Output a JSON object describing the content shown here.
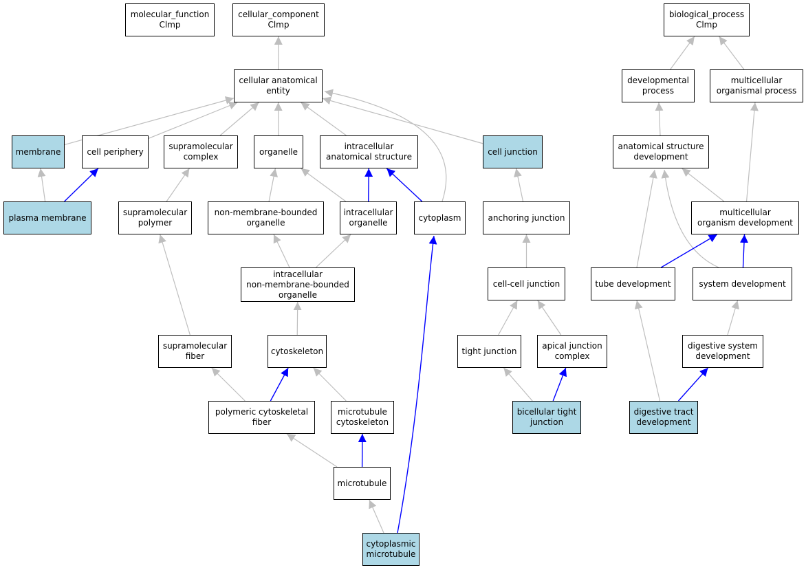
{
  "colors": {
    "highlight_fill": "#add8e6",
    "default_fill": "#ffffff",
    "border": "#000000",
    "edge_default": "#bebebe",
    "edge_highlight": "#0000ff"
  },
  "nodes": [
    {
      "id": "molecular_function",
      "label": "molecular_function\nClmp",
      "highlight": false
    },
    {
      "id": "cellular_component",
      "label": "cellular_component\nClmp",
      "highlight": false
    },
    {
      "id": "biological_process",
      "label": "biological_process\nClmp",
      "highlight": false
    },
    {
      "id": "cellular_anatomical_entity",
      "label": "cellular anatomical\nentity",
      "highlight": false
    },
    {
      "id": "developmental_process",
      "label": "developmental\nprocess",
      "highlight": false
    },
    {
      "id": "multicellular_organismal_process",
      "label": "multicellular\norganismal process",
      "highlight": false
    },
    {
      "id": "membrane",
      "label": "membrane",
      "highlight": true
    },
    {
      "id": "cell_periphery",
      "label": "cell periphery",
      "highlight": false
    },
    {
      "id": "supramolecular_complex",
      "label": "supramolecular\ncomplex",
      "highlight": false
    },
    {
      "id": "organelle",
      "label": "organelle",
      "highlight": false
    },
    {
      "id": "intracellular_anatomical_structure",
      "label": "intracellular\nanatomical structure",
      "highlight": false
    },
    {
      "id": "cell_junction",
      "label": "cell junction",
      "highlight": true
    },
    {
      "id": "anatomical_structure_development",
      "label": "anatomical structure\ndevelopment",
      "highlight": false
    },
    {
      "id": "plasma_membrane",
      "label": "plasma membrane",
      "highlight": true
    },
    {
      "id": "supramolecular_polymer",
      "label": "supramolecular\npolymer",
      "highlight": false
    },
    {
      "id": "non_membrane_bounded_organelle",
      "label": "non-membrane-bounded\norganelle",
      "highlight": false
    },
    {
      "id": "intracellular_organelle",
      "label": "intracellular\norganelle",
      "highlight": false
    },
    {
      "id": "cytoplasm",
      "label": "cytoplasm",
      "highlight": false
    },
    {
      "id": "anchoring_junction",
      "label": "anchoring junction",
      "highlight": false
    },
    {
      "id": "multicellular_organism_development",
      "label": "multicellular\norganism development",
      "highlight": false
    },
    {
      "id": "intracellular_nmb_organelle",
      "label": "intracellular\nnon-membrane-bounded\norganelle",
      "highlight": false
    },
    {
      "id": "cell_cell_junction",
      "label": "cell-cell junction",
      "highlight": false
    },
    {
      "id": "tube_development",
      "label": "tube development",
      "highlight": false
    },
    {
      "id": "system_development",
      "label": "system development",
      "highlight": false
    },
    {
      "id": "supramolecular_fiber",
      "label": "supramolecular\nfiber",
      "highlight": false
    },
    {
      "id": "cytoskeleton",
      "label": "cytoskeleton",
      "highlight": false
    },
    {
      "id": "tight_junction",
      "label": "tight junction",
      "highlight": false
    },
    {
      "id": "apical_junction_complex",
      "label": "apical junction\ncomplex",
      "highlight": false
    },
    {
      "id": "digestive_system_development",
      "label": "digestive system\ndevelopment",
      "highlight": false
    },
    {
      "id": "polymeric_cytoskeletal_fiber",
      "label": "polymeric cytoskeletal\nfiber",
      "highlight": false
    },
    {
      "id": "microtubule_cytoskeleton",
      "label": "microtubule\ncytoskeleton",
      "highlight": false
    },
    {
      "id": "bicellular_tight_junction",
      "label": "bicellular tight\njunction",
      "highlight": true
    },
    {
      "id": "digestive_tract_development",
      "label": "digestive tract\ndevelopment",
      "highlight": true
    },
    {
      "id": "microtubule",
      "label": "microtubule",
      "highlight": false
    },
    {
      "id": "cytoplasmic_microtubule",
      "label": "cytoplasmic\nmicrotubule",
      "highlight": true
    }
  ],
  "edges": [
    {
      "from": "cellular_anatomical_entity",
      "to": "cellular_component",
      "highlight": false
    },
    {
      "from": "developmental_process",
      "to": "biological_process",
      "highlight": false
    },
    {
      "from": "multicellular_organismal_process",
      "to": "biological_process",
      "highlight": false
    },
    {
      "from": "membrane",
      "to": "cellular_anatomical_entity",
      "highlight": false
    },
    {
      "from": "cell_periphery",
      "to": "cellular_anatomical_entity",
      "highlight": false
    },
    {
      "from": "supramolecular_complex",
      "to": "cellular_anatomical_entity",
      "highlight": false
    },
    {
      "from": "organelle",
      "to": "cellular_anatomical_entity",
      "highlight": false
    },
    {
      "from": "intracellular_anatomical_structure",
      "to": "cellular_anatomical_entity",
      "highlight": false
    },
    {
      "from": "cell_junction",
      "to": "cellular_anatomical_entity",
      "highlight": false
    },
    {
      "from": "cytoplasm",
      "to": "cellular_anatomical_entity",
      "highlight": false
    },
    {
      "from": "anatomical_structure_development",
      "to": "developmental_process",
      "highlight": false
    },
    {
      "from": "multicellular_organism_development",
      "to": "multicellular_organismal_process",
      "highlight": false
    },
    {
      "from": "plasma_membrane",
      "to": "membrane",
      "highlight": false
    },
    {
      "from": "plasma_membrane",
      "to": "cell_periphery",
      "highlight": true
    },
    {
      "from": "supramolecular_polymer",
      "to": "supramolecular_complex",
      "highlight": false
    },
    {
      "from": "non_membrane_bounded_organelle",
      "to": "organelle",
      "highlight": false
    },
    {
      "from": "intracellular_organelle",
      "to": "organelle",
      "highlight": false
    },
    {
      "from": "intracellular_organelle",
      "to": "intracellular_anatomical_structure",
      "highlight": true
    },
    {
      "from": "cytoplasm",
      "to": "intracellular_anatomical_structure",
      "highlight": true
    },
    {
      "from": "anchoring_junction",
      "to": "cell_junction",
      "highlight": false
    },
    {
      "from": "multicellular_organism_development",
      "to": "anatomical_structure_development",
      "highlight": false
    },
    {
      "from": "tube_development",
      "to": "anatomical_structure_development",
      "highlight": false
    },
    {
      "from": "system_development",
      "to": "anatomical_structure_development",
      "highlight": false
    },
    {
      "from": "intracellular_nmb_organelle",
      "to": "non_membrane_bounded_organelle",
      "highlight": false
    },
    {
      "from": "intracellular_nmb_organelle",
      "to": "intracellular_organelle",
      "highlight": false
    },
    {
      "from": "cell_cell_junction",
      "to": "anchoring_junction",
      "highlight": false
    },
    {
      "from": "tube_development",
      "to": "multicellular_organism_development",
      "highlight": true
    },
    {
      "from": "system_development",
      "to": "multicellular_organism_development",
      "highlight": true
    },
    {
      "from": "supramolecular_fiber",
      "to": "supramolecular_polymer",
      "highlight": false
    },
    {
      "from": "cytoskeleton",
      "to": "intracellular_nmb_organelle",
      "highlight": false
    },
    {
      "from": "tight_junction",
      "to": "cell_cell_junction",
      "highlight": false
    },
    {
      "from": "apical_junction_complex",
      "to": "cell_cell_junction",
      "highlight": false
    },
    {
      "from": "digestive_system_development",
      "to": "system_development",
      "highlight": false
    },
    {
      "from": "polymeric_cytoskeletal_fiber",
      "to": "supramolecular_fiber",
      "highlight": false
    },
    {
      "from": "polymeric_cytoskeletal_fiber",
      "to": "cytoskeleton",
      "highlight": true
    },
    {
      "from": "microtubule_cytoskeleton",
      "to": "cytoskeleton",
      "highlight": false
    },
    {
      "from": "bicellular_tight_junction",
      "to": "tight_junction",
      "highlight": false
    },
    {
      "from": "bicellular_tight_junction",
      "to": "apical_junction_complex",
      "highlight": true
    },
    {
      "from": "digestive_tract_development",
      "to": "tube_development",
      "highlight": false
    },
    {
      "from": "digestive_tract_development",
      "to": "digestive_system_development",
      "highlight": true
    },
    {
      "from": "microtubule",
      "to": "polymeric_cytoskeletal_fiber",
      "highlight": false
    },
    {
      "from": "microtubule",
      "to": "microtubule_cytoskeleton",
      "highlight": true
    },
    {
      "from": "cytoplasmic_microtubule",
      "to": "microtubule",
      "highlight": false
    },
    {
      "from": "cytoplasmic_microtubule",
      "to": "cytoplasm",
      "highlight": true
    }
  ]
}
